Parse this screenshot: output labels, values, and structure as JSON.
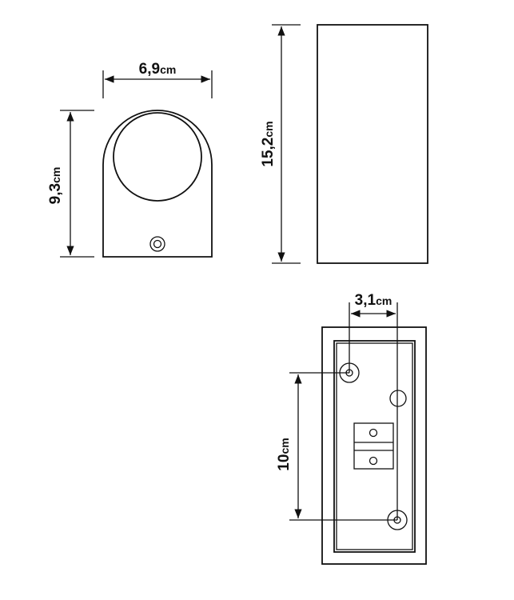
{
  "front_view": {
    "width_value": "6,9",
    "height_value": "9,3",
    "unit": "cm"
  },
  "side_view": {
    "height_value": "15,2",
    "unit": "cm"
  },
  "back_view": {
    "hole_spacing_horizontal_value": "3,1",
    "hole_spacing_vertical_value": "10",
    "unit": "cm"
  },
  "colors": {
    "line": "#111111",
    "background": "#ffffff"
  }
}
